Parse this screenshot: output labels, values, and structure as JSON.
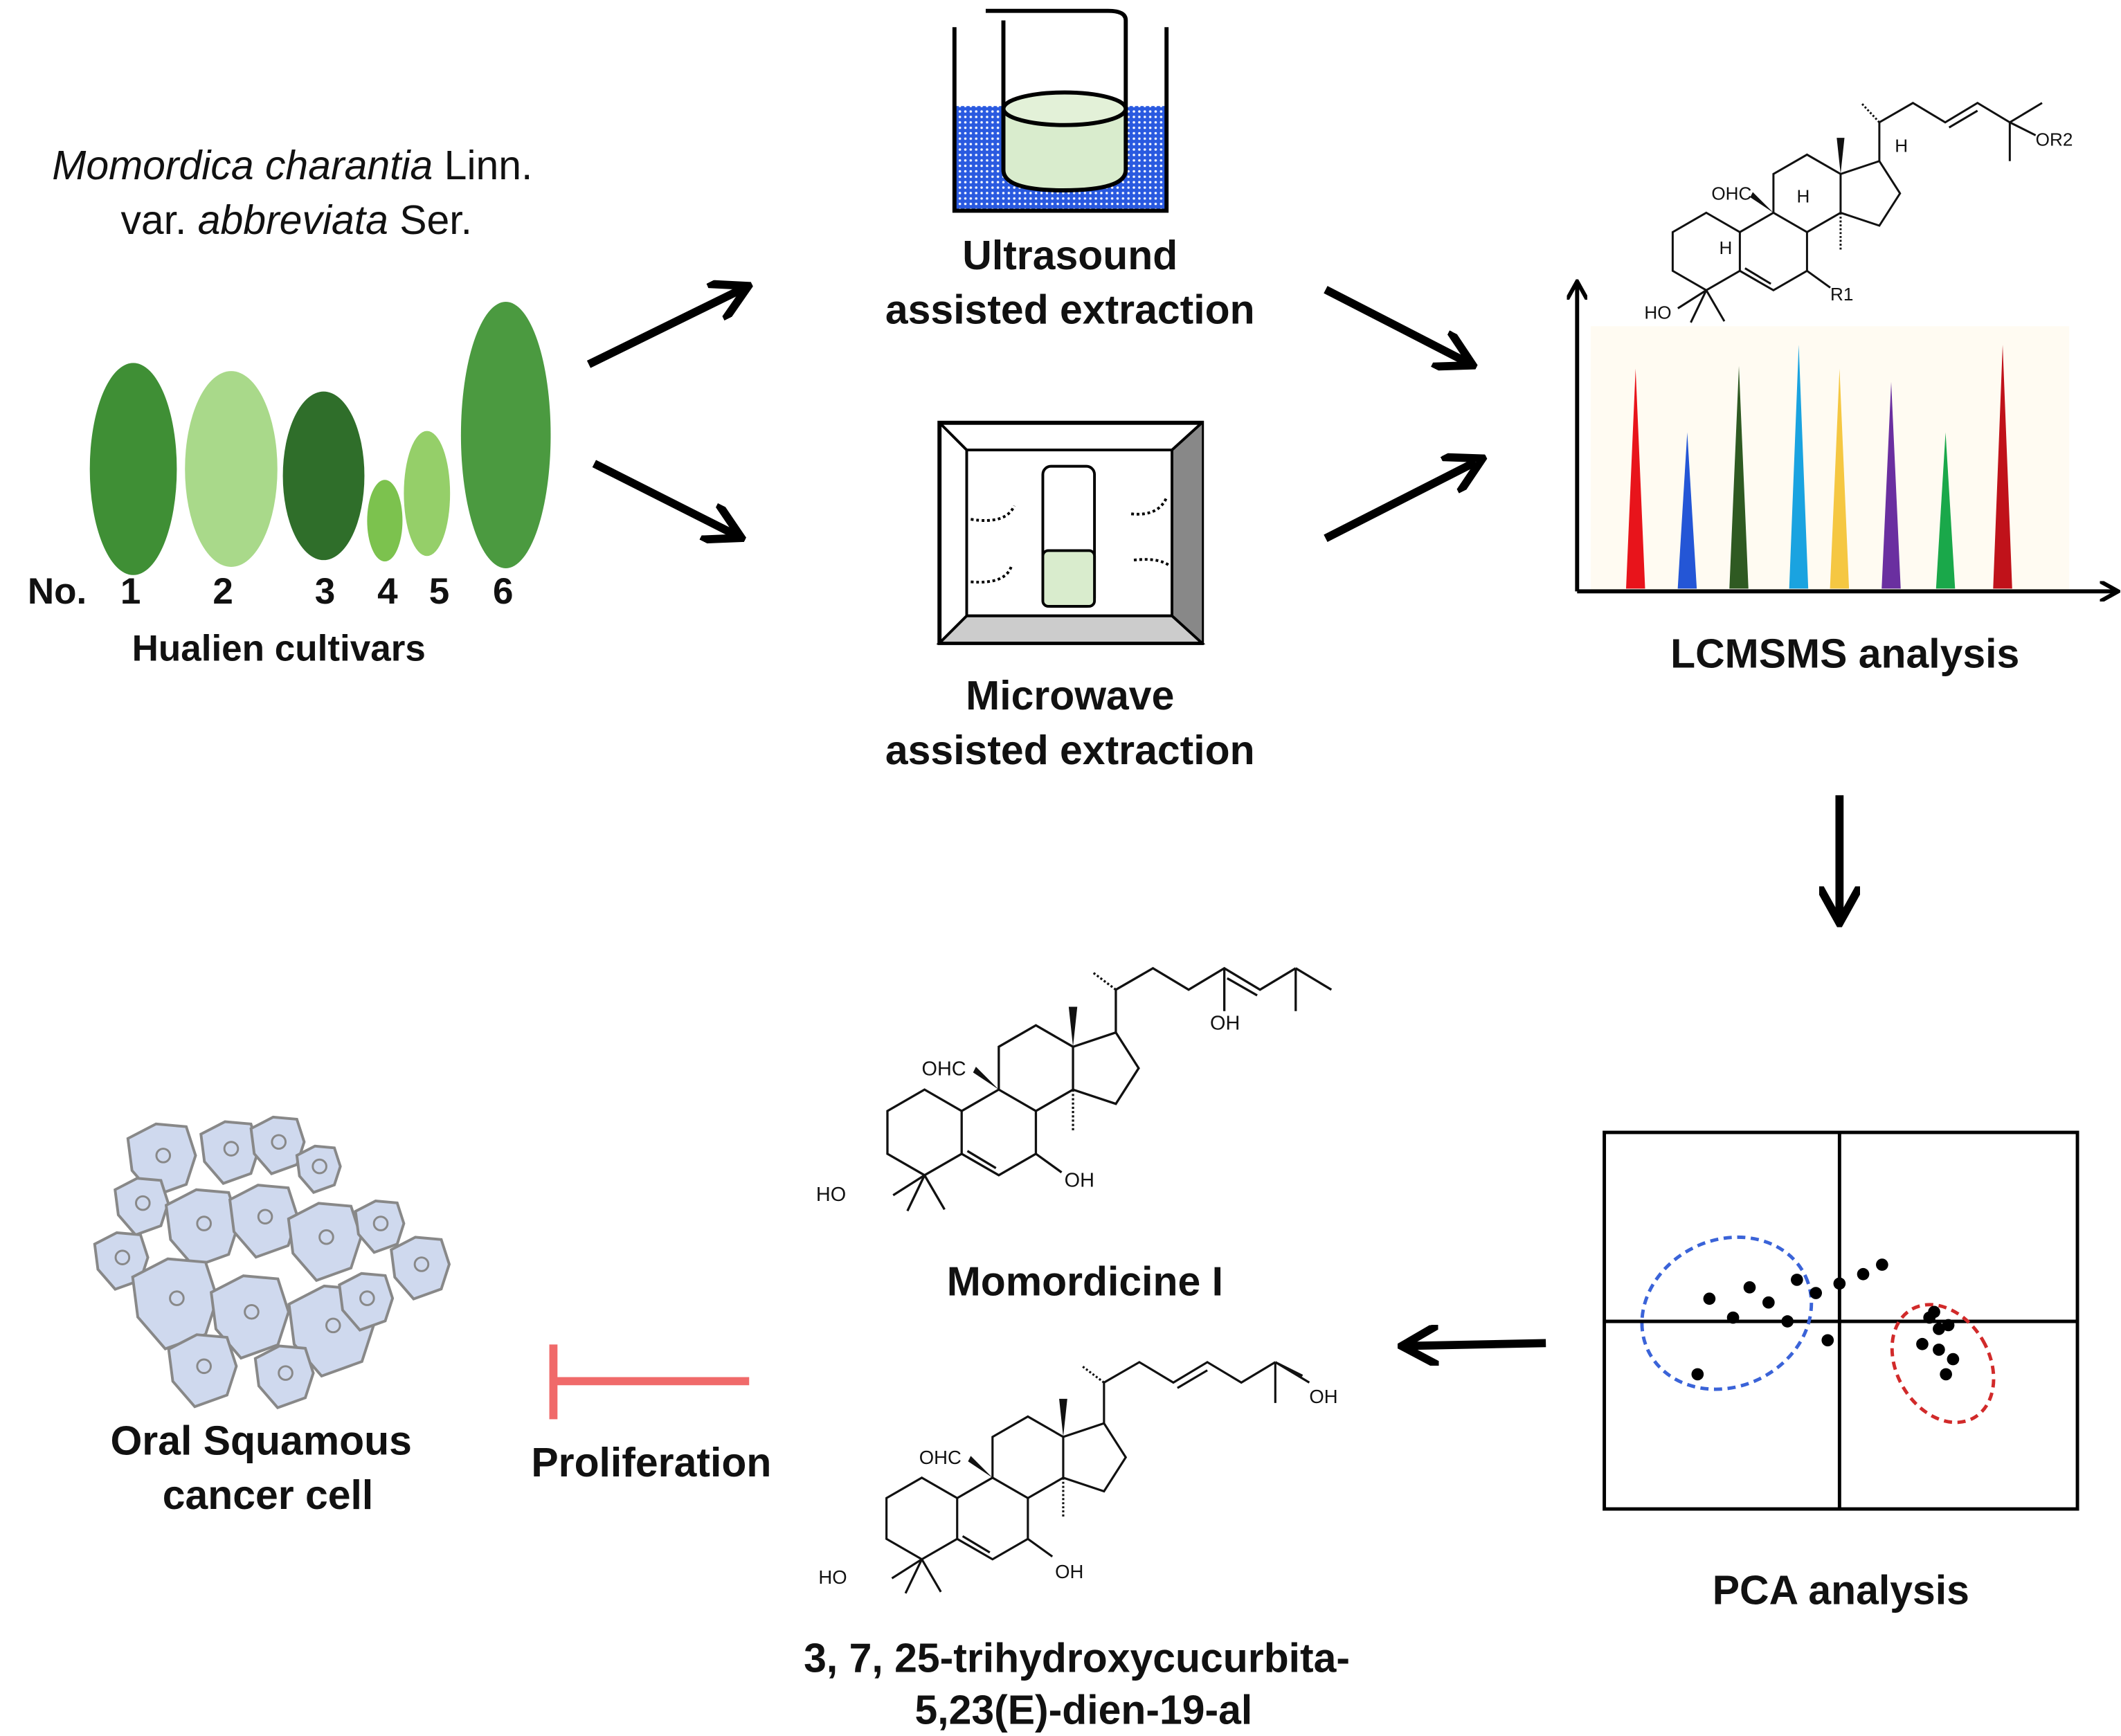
{
  "plant": {
    "species_italic_1": "Momordica charantia",
    "species_plain_1": " Linn.",
    "species_plain_2": "var. ",
    "species_italic_2": "abbreviata",
    "species_plain_3": " Ser.",
    "number_prefix": "No.",
    "numbers": [
      "1",
      "2",
      "3",
      "4",
      "5",
      "6"
    ],
    "caption": "Hualien cultivars"
  },
  "extraction": {
    "ultrasound_line1": "Ultrasound",
    "ultrasound_line2": "assisted extraction",
    "microwave_line1": "Microwave",
    "microwave_line2": "assisted extraction"
  },
  "lcmsms": {
    "label": "LCMSMS analysis",
    "structure_labels": {
      "ohc": "OHC",
      "ho": "HO",
      "h": "H",
      "r1": "R1",
      "or2": "OR2"
    },
    "peak_colors": [
      "#e8141b",
      "#2456d6",
      "#2f5a22",
      "#1aa3e0",
      "#f5c742",
      "#6a2fa0",
      "#1aa84a",
      "#c0121a"
    ],
    "peak_heights": [
      0.84,
      0.6,
      0.85,
      0.93,
      0.84,
      0.79,
      0.6,
      0.93
    ]
  },
  "pca": {
    "label": "PCA analysis",
    "group_colors": [
      "#3a63d8",
      "#d12a2a"
    ],
    "points_group1": [
      [
        -0.55,
        0.12
      ],
      [
        -0.45,
        0.02
      ],
      [
        -0.38,
        0.18
      ],
      [
        -0.3,
        0.1
      ],
      [
        -0.22,
        0.0
      ],
      [
        -0.18,
        0.22
      ],
      [
        -0.1,
        0.15
      ],
      [
        -0.05,
        -0.1
      ],
      [
        0.0,
        0.2
      ],
      [
        0.1,
        0.25
      ],
      [
        0.18,
        0.3
      ],
      [
        -0.6,
        -0.28
      ]
    ],
    "points_group2": [
      [
        0.38,
        0.02
      ],
      [
        0.42,
        -0.04
      ],
      [
        0.46,
        -0.02
      ],
      [
        0.35,
        -0.12
      ],
      [
        0.42,
        -0.15
      ],
      [
        0.48,
        -0.2
      ],
      [
        0.45,
        -0.28
      ],
      [
        0.4,
        0.05
      ]
    ]
  },
  "compounds": {
    "compound1_name": "Momordicine I",
    "compound2_name_line1": "3, 7, 25-trihydroxycucurbita-",
    "compound2_name_line2": "5,23(E)-dien-19-al",
    "labels": {
      "ohc": "OHC",
      "ho": "HO",
      "oh": "OH"
    }
  },
  "effect": {
    "inhibition_label": "Proliferation",
    "inhibition_color": "#f06a6a",
    "cell_label_line1": "Oral Squamous",
    "cell_label_line2": "cancer cell",
    "cell_color": "#cfd9ee"
  }
}
